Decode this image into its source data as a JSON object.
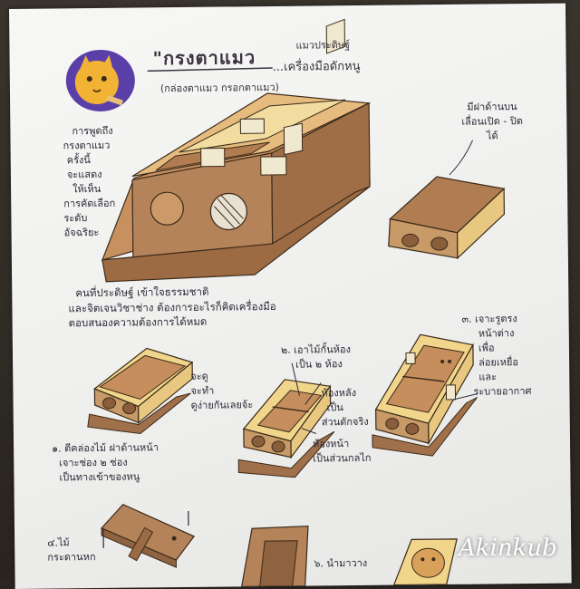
{
  "poster": {
    "title": "\"กรงตาแมว",
    "title_suffix": "...เครื่องมือดักหนู",
    "title_top_note": "แมวประดิษฐ์",
    "subtitle": "(กล่องตาแมว  กรอกตาแมว)",
    "left_note_lines": [
      "การพูดถึง",
      "กรงตาแมว",
      "ครั้งนี้",
      "จะแสดง",
      "ให้เห็น",
      "การคัดเลือก",
      "ระดับ",
      "อัจฉริยะ"
    ],
    "right_note_lines": [
      "มีฝาด้านบน",
      "เลื่อนเปิด - ปิด",
      "ได้"
    ],
    "middle_lines": [
      "คนที่ประดิษฐ์ เข้าใจธรรมชาติ",
      "และจิตเจนวิชาช่าง  ต้องการอะไรก็คิดเครื่องมือ",
      "ตอบสนองความต้องการได้หมด"
    ],
    "step1_note_lines": [
      "จะดู",
      "จะทำ",
      "ดูง่ายกันเลยจ้ะ"
    ],
    "step1_caption_lines": [
      "๑. ตีคล่องไม้  ฝาด้านหน้า",
      "เจาะช่อง  ๒ ช่อง",
      "เป็นทางเข้าของหนู"
    ],
    "step2_caption_lines": [
      "๒. เอาไม้กั้นห้อง",
      "เป็น ๒ ห้อง"
    ],
    "step2_back_lines": [
      "ห้องหลัง",
      "เป็น",
      "ส่วนดักจริง"
    ],
    "step2_front_lines": [
      "ห้องหน้า",
      "เป็นส่วนกลไก"
    ],
    "step3_caption_lines": [
      "๓. เจาะรูตรง",
      "หน้าต่าง",
      "เพื่อ",
      "ล่อยเหยื่อ",
      "และ",
      "ระบายอากาศ"
    ],
    "step4_caption_lines": [
      "๔.ไม้",
      "กระดานหก"
    ],
    "step6_caption": "๖. นำมาวาง",
    "watermark": "Akinkub"
  },
  "colors": {
    "wood": "#b5835a",
    "wood_dark": "#8f6240",
    "wood_light": "#d9b07a",
    "inner_yellow": "#f0d58a",
    "logo_blue": "#5a3fa8",
    "logo_cat": "#f2b233",
    "ink": "#2b2b3a"
  },
  "icons": {
    "logo": "cat-face-icon"
  }
}
